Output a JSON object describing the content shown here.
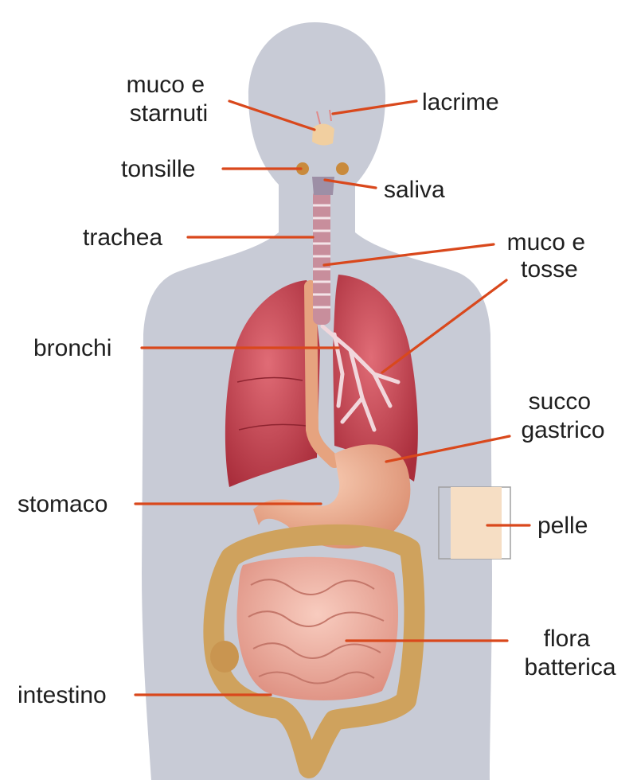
{
  "colors": {
    "silhouette": "#c8cbd6",
    "leader_line": "#d9481c",
    "lung": "#c9434f",
    "stomach": "#eba88a",
    "intestine": "#f0b4a2",
    "colon": "#cfa25d",
    "trachea": "#c88e9c",
    "skin_patch": "#f6dec4"
  },
  "labels": {
    "muco_starnuti": [
      "muco e",
      "starnuti"
    ],
    "lacrime": "lacrime",
    "tonsille": "tonsille",
    "saliva": "saliva",
    "trachea": "trachea",
    "muco_tosse": [
      "muco e",
      "tosse"
    ],
    "bronchi": "bronchi",
    "succo_gastrico": [
      "succo",
      "gastrico"
    ],
    "stomaco": "stomaco",
    "pelle": "pelle",
    "flora_batterica": [
      "flora",
      "batterica"
    ],
    "intestino": "intestino"
  }
}
